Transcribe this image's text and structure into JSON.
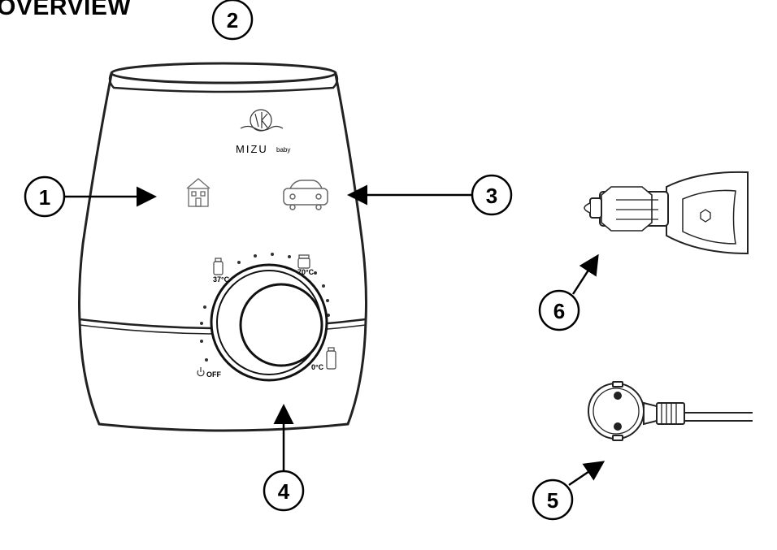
{
  "title": "OVERVIEW",
  "brand": {
    "name": "MIZU",
    "sub": "baby"
  },
  "dial": {
    "labels": [
      "37°C",
      "70°C",
      "0°C",
      "OFF"
    ]
  },
  "callouts": [
    {
      "id": "1"
    },
    {
      "id": "2"
    },
    {
      "id": "3"
    },
    {
      "id": "4"
    },
    {
      "id": "5"
    },
    {
      "id": "6"
    }
  ],
  "icons": [
    "house-icon",
    "car-icon",
    "bottle-icon",
    "jar-icon",
    "power-icon"
  ]
}
